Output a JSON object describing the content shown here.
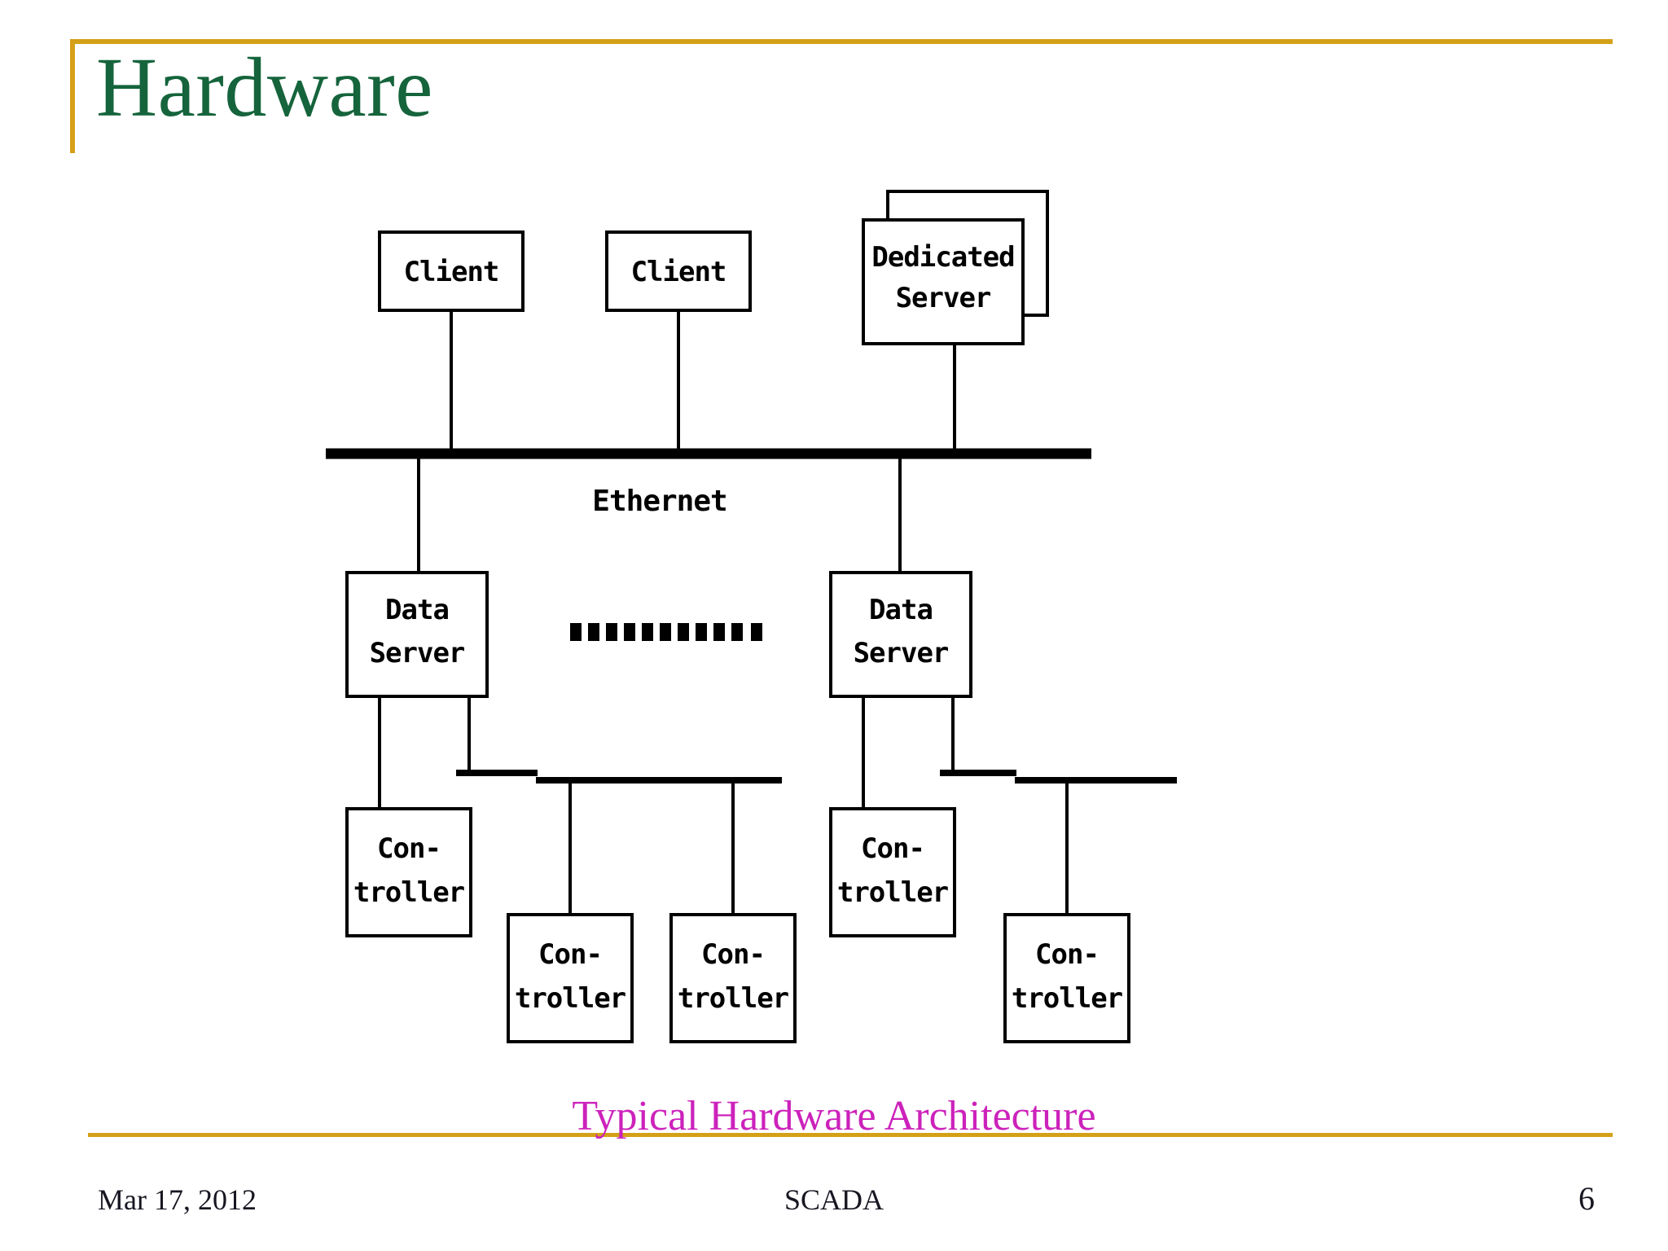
{
  "slide": {
    "title": "Hardware",
    "title_color": "#15643c",
    "rule_color": "#d4a017",
    "caption": "Typical Hardware Architecture",
    "caption_color": "#cc22bb",
    "background": "#ffffff"
  },
  "footer": {
    "date": "Mar 17, 2012",
    "center": "SCADA",
    "page_number": "6"
  },
  "diagram": {
    "title": "Typical Hardware Architecture",
    "bus_label": "Ethernet",
    "ellipsis_dot_count": 11,
    "nodes": {
      "client_1": "Client",
      "client_2": "Client",
      "dedicated_server_line_1": "Dedicated",
      "dedicated_server_line_2": "Server",
      "data_server_left_line_1": "Data",
      "data_server_left_line_2": "Server",
      "data_server_right_line_1": "Data",
      "data_server_right_line_2": "Server",
      "controller_1_line_1": "Con-",
      "controller_1_line_2": "troller",
      "controller_2_line_1": "Con-",
      "controller_2_line_2": "troller",
      "controller_3_line_1": "Con-",
      "controller_3_line_2": "troller",
      "controller_4_line_1": "Con-",
      "controller_4_line_2": "troller",
      "controller_5_line_1": "Con-",
      "controller_5_line_2": "troller"
    }
  }
}
